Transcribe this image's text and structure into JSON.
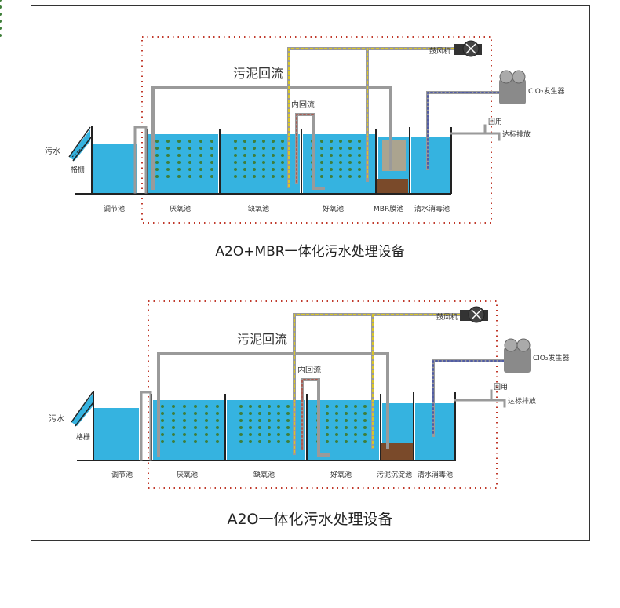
{
  "diagrams": [
    {
      "title": "A2O+MBR一体化污水处理设备",
      "labels": {
        "sludge_return": "污泥回流",
        "internal_return": "内回流",
        "blower": "鼓风机",
        "clo2": "ClO₂发生器",
        "reuse": "回用",
        "discharge": "达标排放",
        "sewage": "污水",
        "grille": "格栅"
      },
      "tanks": [
        "调节池",
        "厌氧池",
        "缺氧池",
        "好氧池",
        "MBR膜池",
        "清水消毒池"
      ]
    },
    {
      "title": "A2O一体化污水处理设备",
      "labels": {
        "sludge_return": "污泥回流",
        "internal_return": "内回流",
        "blower": "鼓风机",
        "clo2": "ClO₂发生器",
        "reuse": "回用",
        "discharge": "达标排放",
        "sewage": "污水",
        "grille": "格栅"
      },
      "tanks": [
        "调节池",
        "厌氧池",
        "缺氧池",
        "好氧池",
        "污泥沉淀池",
        "清水消毒池"
      ]
    }
  ],
  "colors": {
    "water": "#35b3e0",
    "pipe": "#9a9a9a",
    "dotted_border": "#c0392b",
    "bubble": "#3f7f3a",
    "sludge": "#7a4a2a"
  }
}
